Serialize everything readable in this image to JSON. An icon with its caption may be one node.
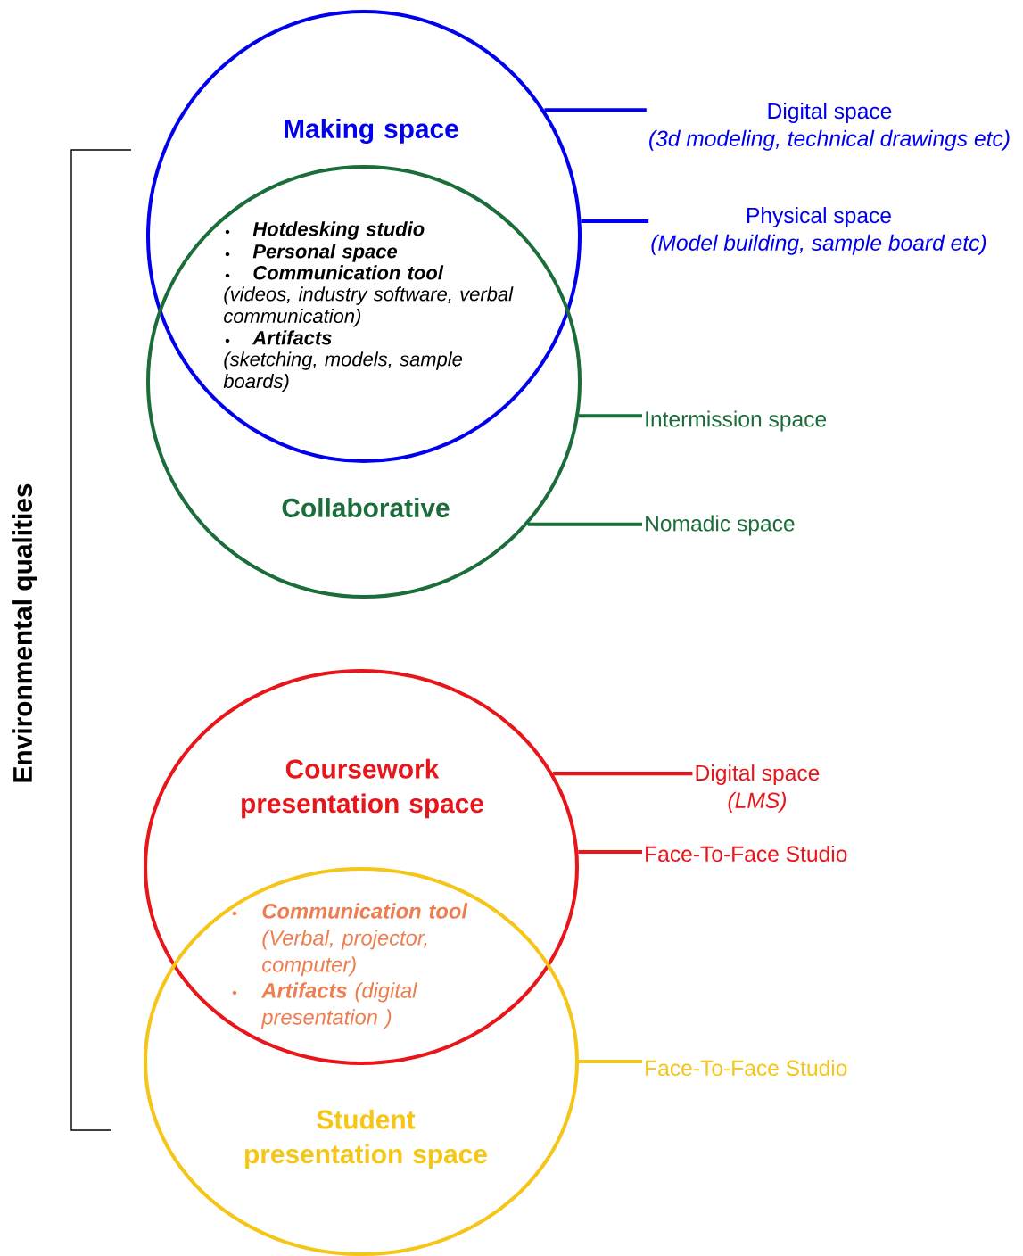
{
  "diagram": {
    "nodes": [
      {
        "text": [
          "Making space"
        ]
      },
      {
        "text": [
          "Collaborative"
        ]
      },
      {
        "text": [
          "Digital space",
          "(3d modeling, technical drawings etc)"
        ]
      },
      {
        "text": [
          "Physical space",
          "(Model building, sample board etc)"
        ]
      },
      {
        "text": [
          "Intermission space"
        ]
      },
      {
        "text": [
          "Nomadic space"
        ]
      },
      {
        "text": [
          "Coursework presentation space"
        ]
      },
      {
        "text": [
          "Student presentation space"
        ]
      },
      {
        "text": [
          "Digital space",
          "(LMS)"
        ]
      },
      {
        "text": [
          "Face-To-Face Studio"
        ]
      },
      {
        "text": [
          "Face-To-Face Studio"
        ]
      }
    ],
    "edges": [
      {
        "from": 0,
        "to": 2,
        "arrow": "none",
        "color": "#0000ee"
      },
      {
        "from": 0,
        "to": 3,
        "arrow": "none",
        "color": "#0000ee"
      },
      {
        "from": 1,
        "to": 4,
        "arrow": "none",
        "color": "#1b6e3a"
      },
      {
        "from": 1,
        "to": 5,
        "arrow": "none",
        "color": "#1b6e3a"
      },
      {
        "from": 6,
        "to": 8,
        "arrow": "none",
        "color": "#e8161b"
      },
      {
        "from": 6,
        "to": 9,
        "arrow": "none",
        "color": "#e8161b"
      },
      {
        "from": 7,
        "to": 10,
        "arrow": "none",
        "color": "#f5c518"
      }
    ],
    "labels": [
      "Hotdesking studio",
      "Personal space",
      "Communication tool",
      "(videos, industry software, verbal communication)",
      "Artifacts",
      "(sketching, models, sample boards)",
      "Communication tool",
      "(Verbal, projector, computer)",
      "**Artifacts** (digital presentation )",
      "Environmental qualities"
    ]
  }
}
